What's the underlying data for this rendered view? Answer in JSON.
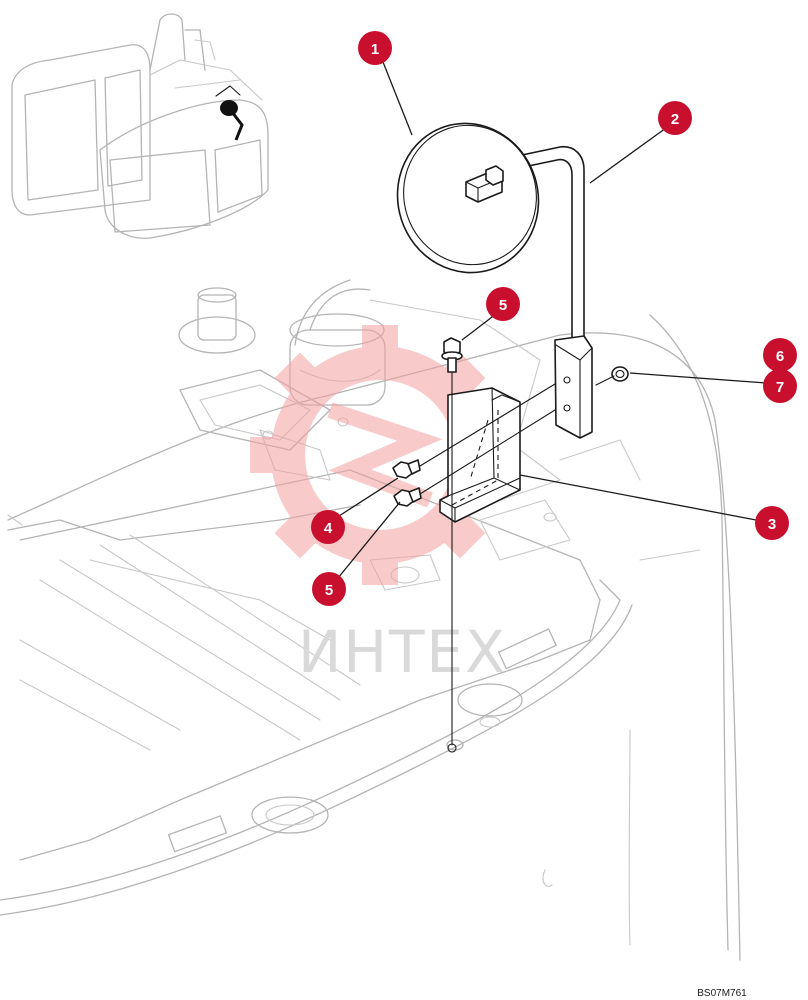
{
  "callouts": [
    {
      "id": "c1",
      "label": "1"
    },
    {
      "id": "c2",
      "label": "2"
    },
    {
      "id": "c3",
      "label": "3"
    },
    {
      "id": "c4",
      "label": "4"
    },
    {
      "id": "c5a",
      "label": "5"
    },
    {
      "id": "c5b",
      "label": "5"
    },
    {
      "id": "c6",
      "label": "6"
    },
    {
      "id": "c7",
      "label": "7"
    }
  ],
  "watermark": {
    "text": "ИНТЕХ"
  },
  "drawing_code": "BS07M761",
  "colors": {
    "callout": "#c8102e",
    "line": "#1a1a1a",
    "background_line": "#b4b4b4",
    "watermark": "#f4b5b5"
  }
}
